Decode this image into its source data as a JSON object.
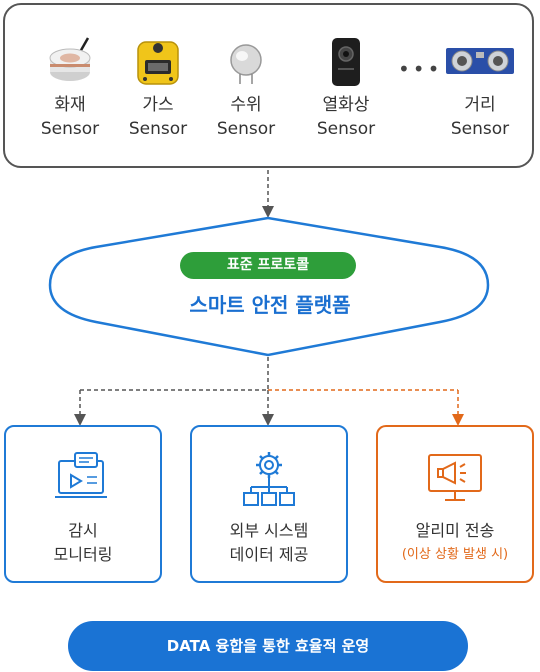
{
  "sensors": [
    {
      "name": "화재",
      "suffix": "Sensor",
      "icon": "smoke-detector-icon"
    },
    {
      "name": "가스",
      "suffix": "Sensor",
      "icon": "gas-sensor-icon"
    },
    {
      "name": "수위",
      "suffix": "Sensor",
      "icon": "water-level-sensor-icon"
    },
    {
      "name": "열화상",
      "suffix": "Sensor",
      "icon": "thermal-camera-icon"
    },
    {
      "name": "거리",
      "suffix": "Sensor",
      "icon": "ultrasonic-distance-sensor-icon"
    }
  ],
  "ellipsis": "•••",
  "platform": {
    "badge": "표준 프로토콜",
    "title": "스마트 안전 플랫폼"
  },
  "outputs": [
    {
      "line1": "감시",
      "line2": "모니터링",
      "icon": "monitoring-screen-icon",
      "color": "#1f7ad6"
    },
    {
      "line1": "외부 시스템",
      "line2": "데이터 제공",
      "icon": "gear-network-icon",
      "color": "#1f7ad6"
    },
    {
      "line1": "알리미 전송",
      "line2": "(이상 상황 발생 시)",
      "icon": "megaphone-monitor-icon",
      "color": "#e2691a"
    }
  ],
  "footer": "DATA 융합을 통한 효율적 운영",
  "colors": {
    "blue": "#1a73d4",
    "green": "#2e9e3a",
    "orange": "#e2691a",
    "dark": "#555555"
  }
}
